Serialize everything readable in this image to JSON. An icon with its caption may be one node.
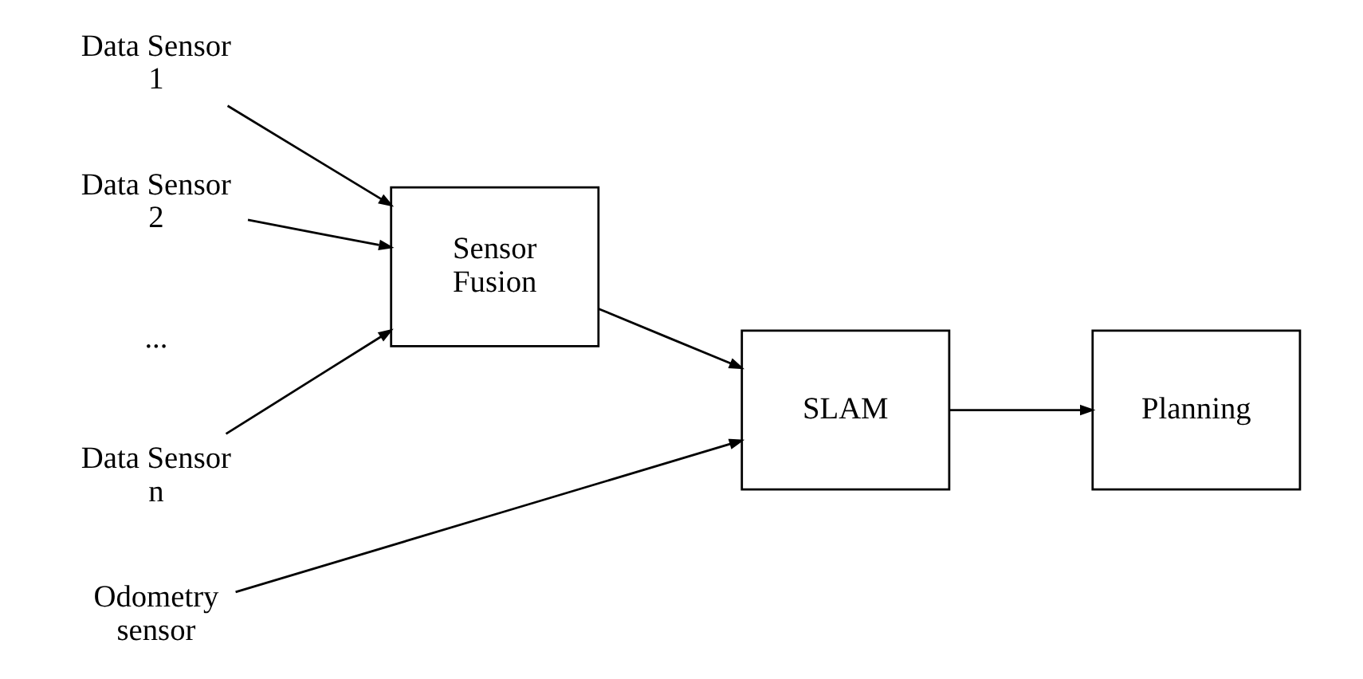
{
  "diagram": {
    "nodes": [
      {
        "text": [
          "Data Sensor 1"
        ]
      },
      {
        "text": [
          "Data Sensor 2"
        ]
      },
      {
        "text": [
          "Data Sensor n"
        ]
      },
      {
        "text": [
          "Odometry sensor"
        ]
      },
      {
        "text": [
          "Sensor Fusion"
        ]
      },
      {
        "text": [
          "SLAM"
        ]
      },
      {
        "text": [
          "Planning"
        ]
      }
    ],
    "edges": [
      {
        "from": 0,
        "to": 4,
        "arrow": "to"
      },
      {
        "from": 1,
        "to": 4,
        "arrow": "to"
      },
      {
        "from": 2,
        "to": 4,
        "arrow": "to"
      },
      {
        "from": 4,
        "to": 5,
        "arrow": "to"
      },
      {
        "from": 3,
        "to": 5,
        "arrow": "to"
      },
      {
        "from": 5,
        "to": 6,
        "arrow": "to"
      }
    ],
    "labels": [
      "..."
    ]
  }
}
